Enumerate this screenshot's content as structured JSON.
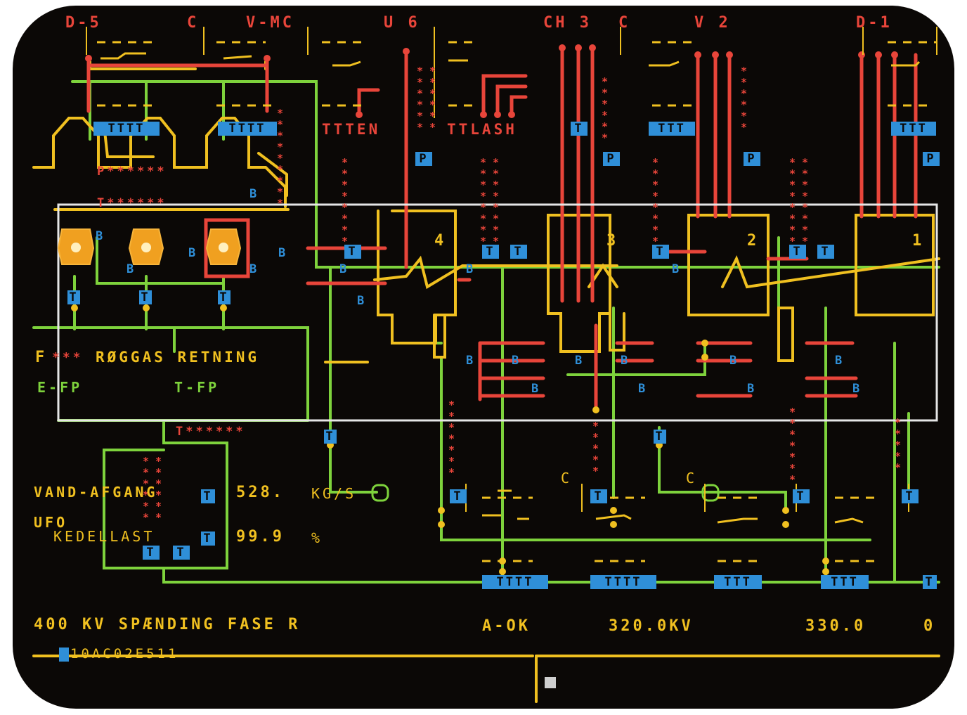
{
  "header": {
    "d5": "D-5",
    "c1": "C",
    "vmc": "V-MC",
    "u6": "U 6",
    "ch3": "CH 3",
    "c2": "C",
    "v2": "V 2",
    "d1": "D-1"
  },
  "labels": {
    "ttt_en": "TTTEN",
    "tt_lash": "TTLASH",
    "row_f": "F",
    "rogg_title": "RØGGAS RETNING",
    "efp": "E-FP",
    "tfp": "T-FP",
    "p_label": "P"
  },
  "blocks": [
    {
      "number": "4"
    },
    {
      "number": "3"
    },
    {
      "number": "2"
    },
    {
      "number": "1"
    }
  ],
  "readouts": {
    "vand_label": "VAND-AFGANG",
    "vand_value": "528.",
    "vand_unit": "KG/S",
    "ufo_label": "UFO",
    "kedel_label": "KEDELLAST",
    "kedel_value": "99.9",
    "kedel_unit": "%"
  },
  "bottom_labels": {
    "c_left": "C",
    "c_right": "C"
  },
  "status": {
    "message": "400 KV SPÆNDING FASE R",
    "state": "A-OK",
    "measured": "320.0KV",
    "limit": "330.0",
    "extra": "0",
    "tag": "10AC02E511"
  },
  "colors": {
    "pipe_green": "#7ed23c",
    "pipe_red": "#e8453a",
    "pipe_yellow": "#f0c020",
    "valve_orange": "#f09a20",
    "badge_blue": "#2f8fd8",
    "background": "#0b0806"
  }
}
